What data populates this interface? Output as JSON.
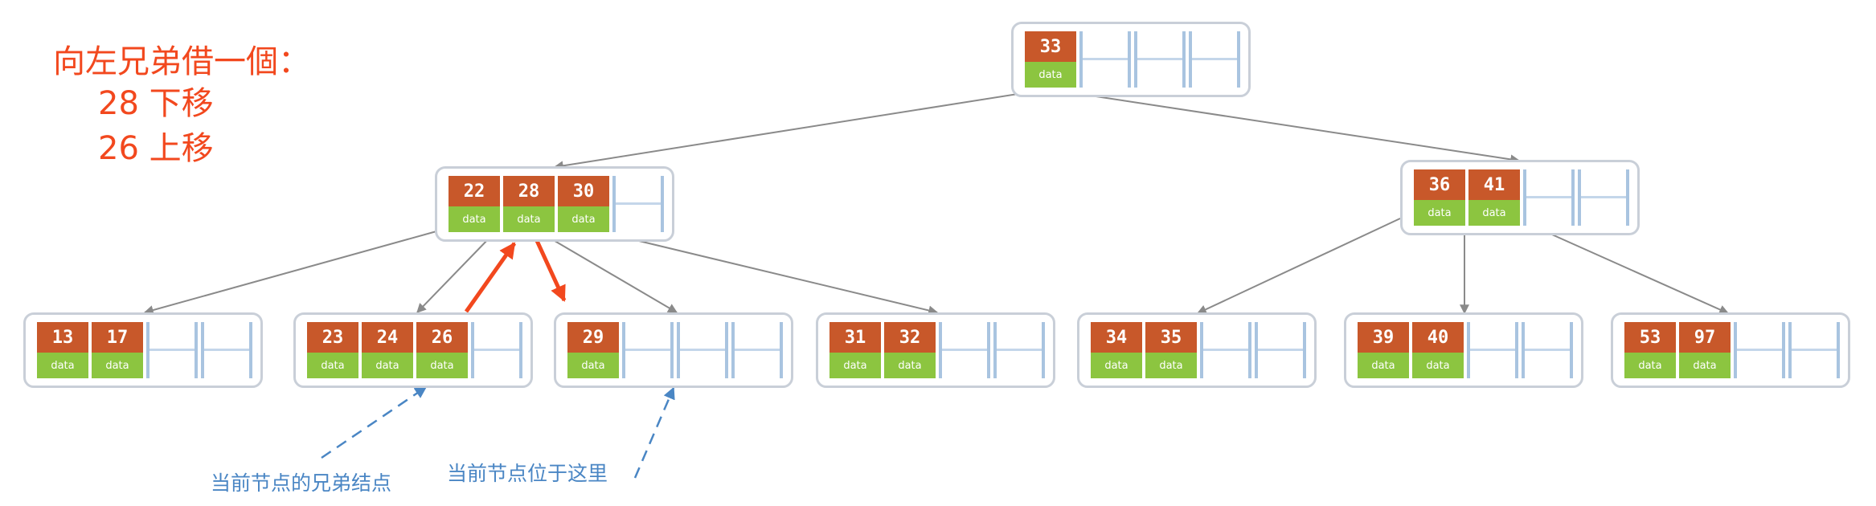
{
  "annotation": {
    "lines": [
      "向左兄弟借一個：",
      "28 下移",
      "26 上移"
    ],
    "color": "#f2481e"
  },
  "captions": {
    "sibling": "当前节点的兄弟结点",
    "current": "当前节点位于这里"
  },
  "colors": {
    "key_bg": "#c8582a",
    "data_bg": "#8cc540",
    "node_border": "#c9cfd8",
    "edge": "#8a8a8a",
    "move_arrow": "#f2481e",
    "pointer_arrow": "#4a86c4"
  },
  "data_label": "data",
  "tree": {
    "root": {
      "keys": [
        "33"
      ]
    },
    "internal": [
      {
        "keys": [
          "22",
          "28",
          "30"
        ]
      },
      {
        "keys": [
          "36",
          "41"
        ]
      }
    ],
    "leaves": [
      {
        "keys": [
          "13",
          "17"
        ]
      },
      {
        "keys": [
          "23",
          "24",
          "26"
        ]
      },
      {
        "keys": [
          "29"
        ]
      },
      {
        "keys": [
          "31",
          "32"
        ]
      },
      {
        "keys": [
          "34",
          "35"
        ]
      },
      {
        "keys": [
          "39",
          "40"
        ]
      },
      {
        "keys": [
          "53",
          "97"
        ]
      }
    ]
  }
}
